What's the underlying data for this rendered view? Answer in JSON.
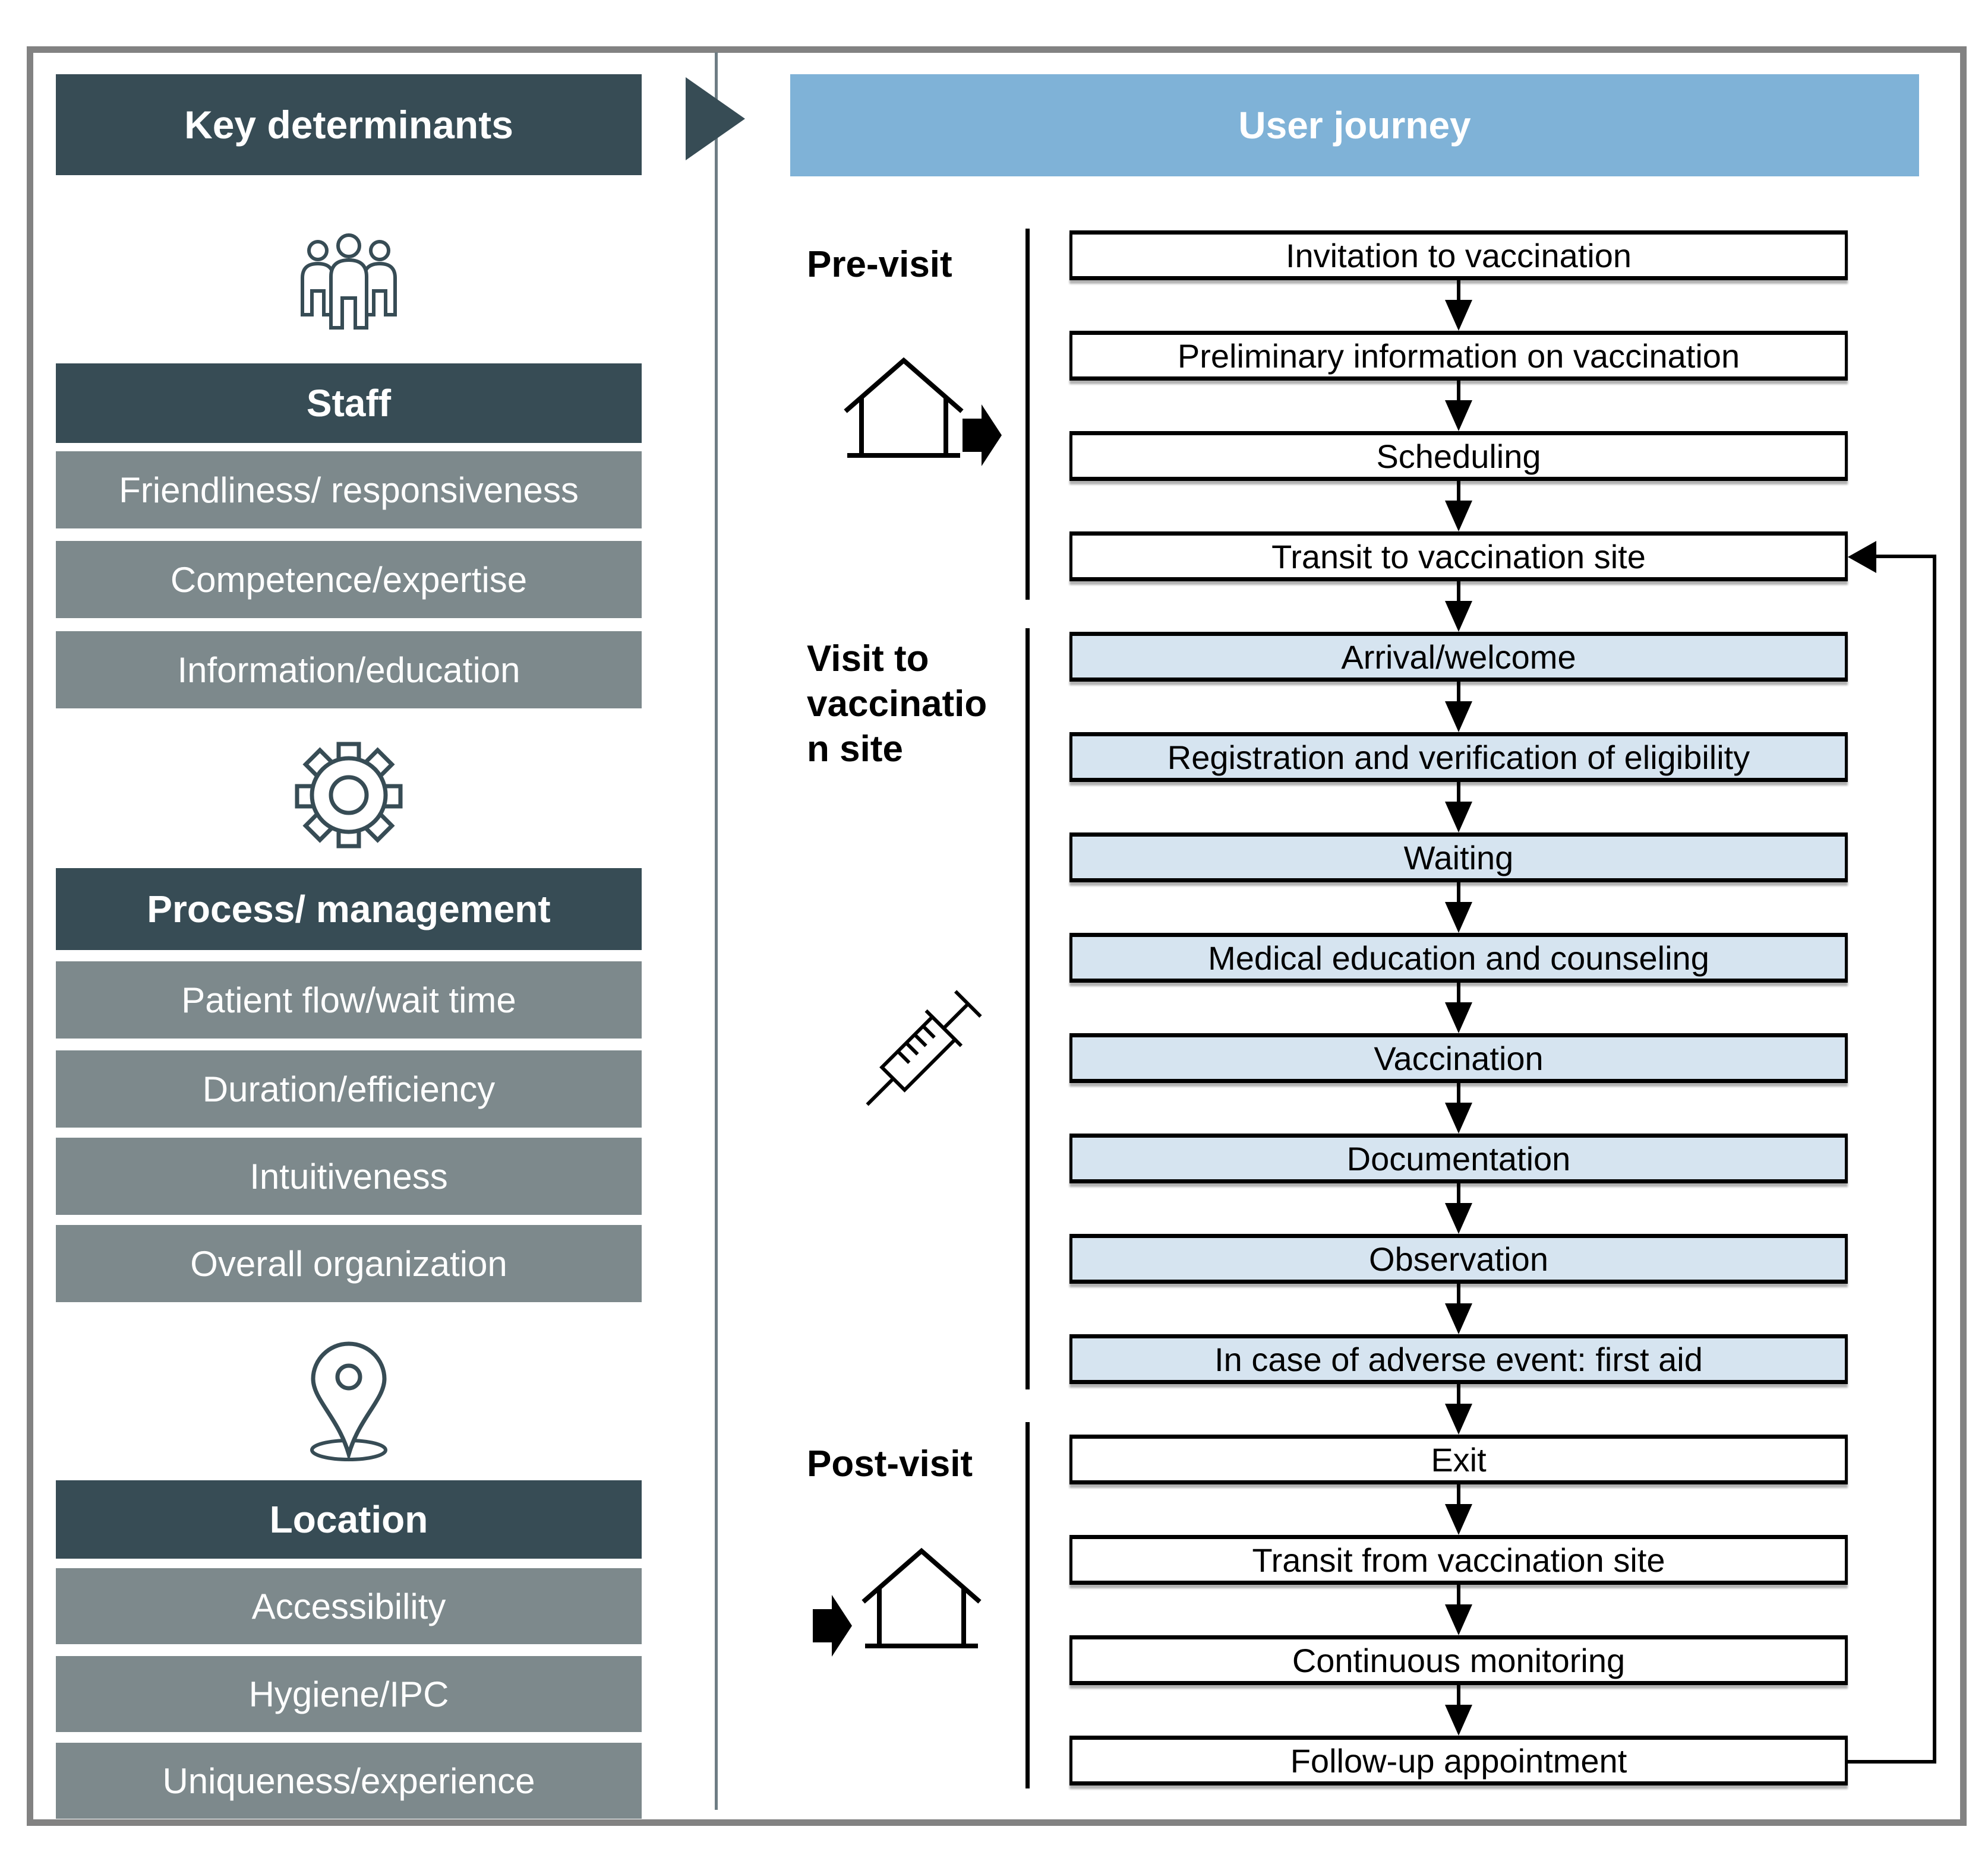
{
  "colors": {
    "dark_teal": "#374c55",
    "item_gray": "#7d898c",
    "journey_blue": "#7fb2d7",
    "step_light_blue": "#d6e4f0",
    "page_border_gray": "#828282",
    "divider_gray": "#6e7d84",
    "line_black": "#000000",
    "text_white": "#ffffff"
  },
  "left_panel": {
    "title": "Key determinants",
    "sections": [
      {
        "icon": "people-icon",
        "header": "Staff",
        "items": [
          "Friendliness/ responsiveness",
          "Competence/expertise",
          "Information/education"
        ]
      },
      {
        "icon": "gear-icon",
        "header": "Process/ management",
        "items": [
          "Patient flow/wait time",
          "Duration/efficiency",
          "Intuitiveness",
          "Overall organization"
        ]
      },
      {
        "icon": "location-pin-icon",
        "header": "Location",
        "items": [
          "Accessibility",
          "Hygiene/IPC",
          "Uniqueness/experience"
        ]
      }
    ]
  },
  "right_panel": {
    "title": "User journey",
    "stage_labels": {
      "pre": {
        "lines": [
          "Pre-visit"
        ]
      },
      "visit": {
        "lines": [
          "Visit to",
          "vaccinatio",
          "n site"
        ]
      },
      "post": {
        "lines": [
          "Post-visit"
        ]
      }
    },
    "steps": [
      {
        "label": "Invitation to vaccination",
        "stage": "pre-visit",
        "highlight": false
      },
      {
        "label": "Preliminary information on vaccination",
        "stage": "pre-visit",
        "highlight": false
      },
      {
        "label": "Scheduling",
        "stage": "pre-visit",
        "highlight": false
      },
      {
        "label": "Transit to vaccination site",
        "stage": "pre-visit",
        "highlight": false
      },
      {
        "label": "Arrival/welcome",
        "stage": "visit-to-vaccination-site",
        "highlight": true
      },
      {
        "label": "Registration and verification of eligibility",
        "stage": "visit-to-vaccination-site",
        "highlight": true
      },
      {
        "label": "Waiting",
        "stage": "visit-to-vaccination-site",
        "highlight": true
      },
      {
        "label": "Medical education and counseling",
        "stage": "visit-to-vaccination-site",
        "highlight": true
      },
      {
        "label": "Vaccination",
        "stage": "visit-to-vaccination-site",
        "highlight": true
      },
      {
        "label": "Documentation",
        "stage": "visit-to-vaccination-site",
        "highlight": true
      },
      {
        "label": "Observation",
        "stage": "visit-to-vaccination-site",
        "highlight": true
      },
      {
        "label": "In case of adverse event: first aid",
        "stage": "visit-to-vaccination-site",
        "highlight": true
      },
      {
        "label": "Exit",
        "stage": "post-visit",
        "highlight": false
      },
      {
        "label": "Transit from vaccination site",
        "stage": "post-visit",
        "highlight": false
      },
      {
        "label": "Continuous monitoring",
        "stage": "post-visit",
        "highlight": false
      },
      {
        "label": "Follow-up appointment",
        "stage": "post-visit",
        "highlight": false
      }
    ],
    "feedback_loop": {
      "from": "Follow-up appointment",
      "to": "Transit to vaccination site"
    }
  }
}
